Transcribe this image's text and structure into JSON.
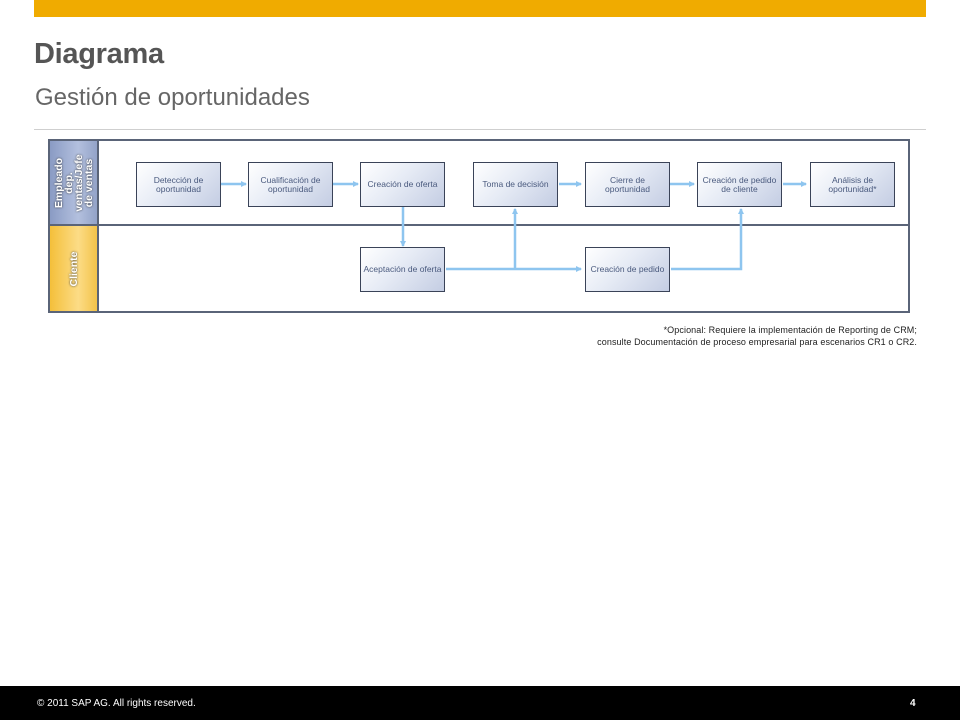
{
  "header": {
    "title": "Diagrama",
    "subtitle": "Gestión de oportunidades"
  },
  "colors": {
    "accent_bar": "#f0ab00",
    "lane_sales": "#9fb0d6",
    "lane_customer": "#f7c94f",
    "connector": "#8ec5ef",
    "border": "#5a6478"
  },
  "lanes": [
    {
      "label": "Empleado dep. ventas/Jefe de ventas"
    },
    {
      "label": "Cliente"
    }
  ],
  "steps": {
    "deteccion": "Detección de oportunidad",
    "cualificacion": "Cualificación de oportunidad",
    "creacion_oferta": "Creación de oferta",
    "toma_decision": "Toma de decisión",
    "cierre": "Cierre de oportunidad",
    "creacion_pedido_cliente": "Creación de pedido de cliente",
    "analisis": "Análisis de oportunidad*",
    "aceptacion_oferta": "Aceptación de oferta",
    "creacion_pedido": "Creación de pedido"
  },
  "note": {
    "line1": "*Opcional: Requiere la implementación de Reporting de CRM;",
    "line2": "consulte Documentación de proceso empresarial para escenarios CR1 o CR2."
  },
  "footer": {
    "copyright": "© 2011 SAP AG. All rights reserved.",
    "page": "4"
  }
}
